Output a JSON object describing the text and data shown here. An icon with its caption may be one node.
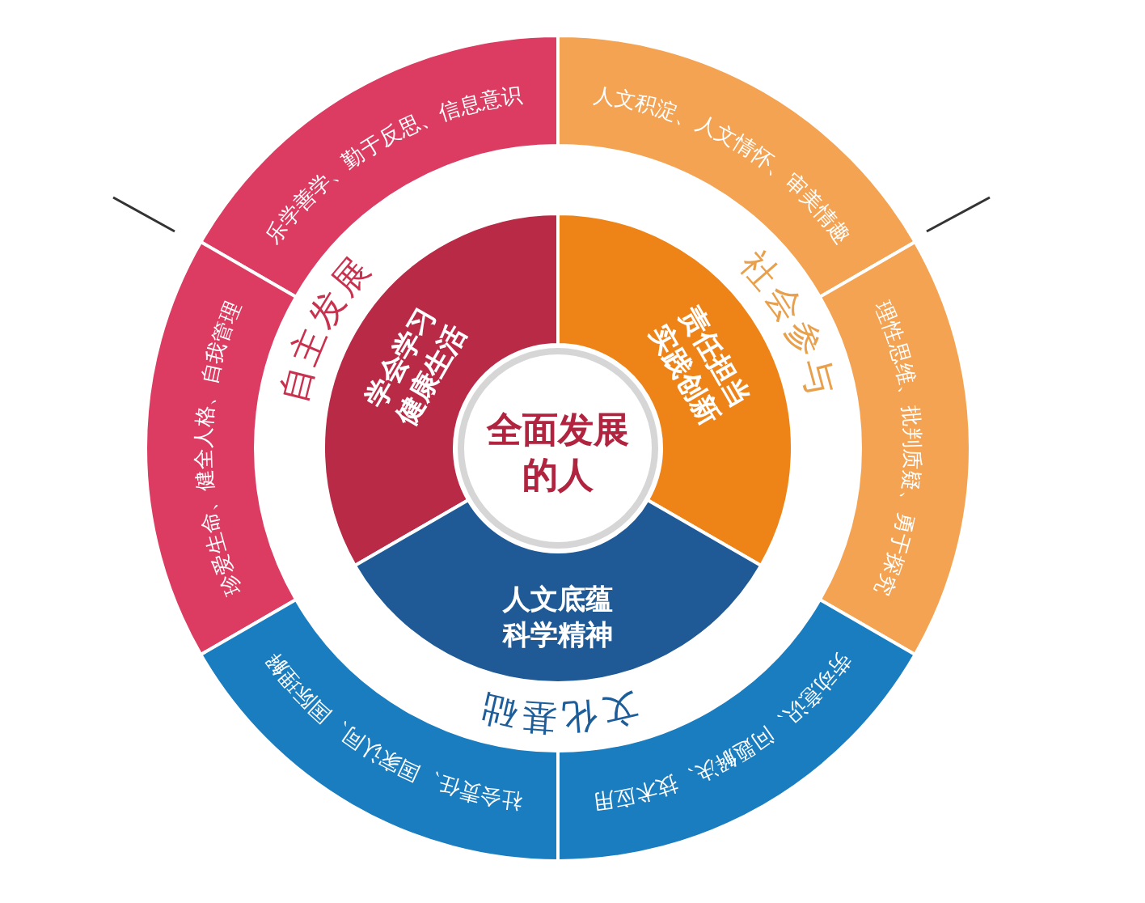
{
  "diagram": {
    "nodes": [
      {
        "text": [
          "全面发展的人"
        ]
      },
      {
        "text": [
          "学会学习健康生活"
        ]
      },
      {
        "text": [
          "责任担当实践创新"
        ]
      },
      {
        "text": [
          "人文底蕴科学精神"
        ]
      },
      {
        "text": [
          "乐学善学、勤于反思、信息意识"
        ]
      },
      {
        "text": [
          "珍爱生命、健全人格、自我管理"
        ]
      },
      {
        "text": [
          "人文积淀、人文情怀、审美情趣"
        ]
      },
      {
        "text": [
          "理性思维、批判质疑、勇于探究"
        ]
      },
      {
        "text": [
          "劳动意识、问题解决、技术应用"
        ]
      },
      {
        "text": [
          "社会责任、国家认同、国际理解"
        ]
      }
    ],
    "labels": [
      "自主发展",
      "社会参与",
      "文化基础"
    ]
  }
}
